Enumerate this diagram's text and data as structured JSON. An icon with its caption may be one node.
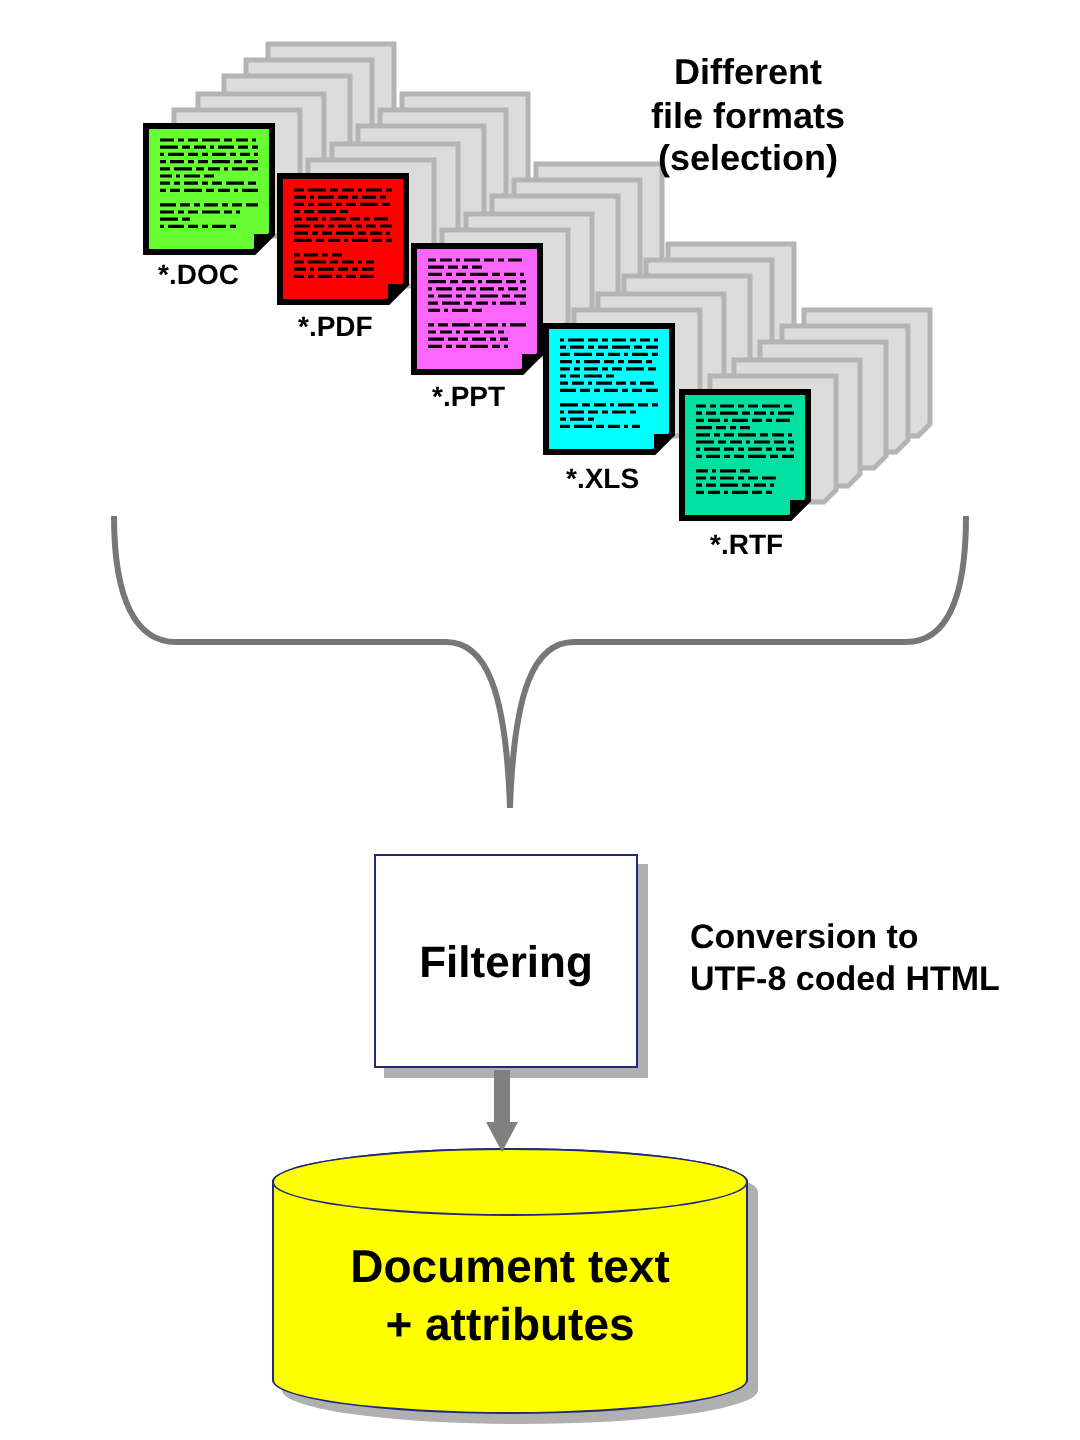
{
  "diagram": {
    "nodes": [
      {
        "text": [
          "Filtering"
        ],
        "beside": [
          "Conversion to UTF-8 coded HTML"
        ]
      },
      {
        "text": [
          "Document text + attributes"
        ]
      }
    ],
    "edges": [
      {
        "from": 0,
        "to": 1,
        "arrow": "to"
      }
    ],
    "labels": [
      "Different file formats (selection)",
      "*.DOC",
      "*.PDF",
      "*.PPT",
      "*.XLS",
      "*.RTF"
    ]
  }
}
